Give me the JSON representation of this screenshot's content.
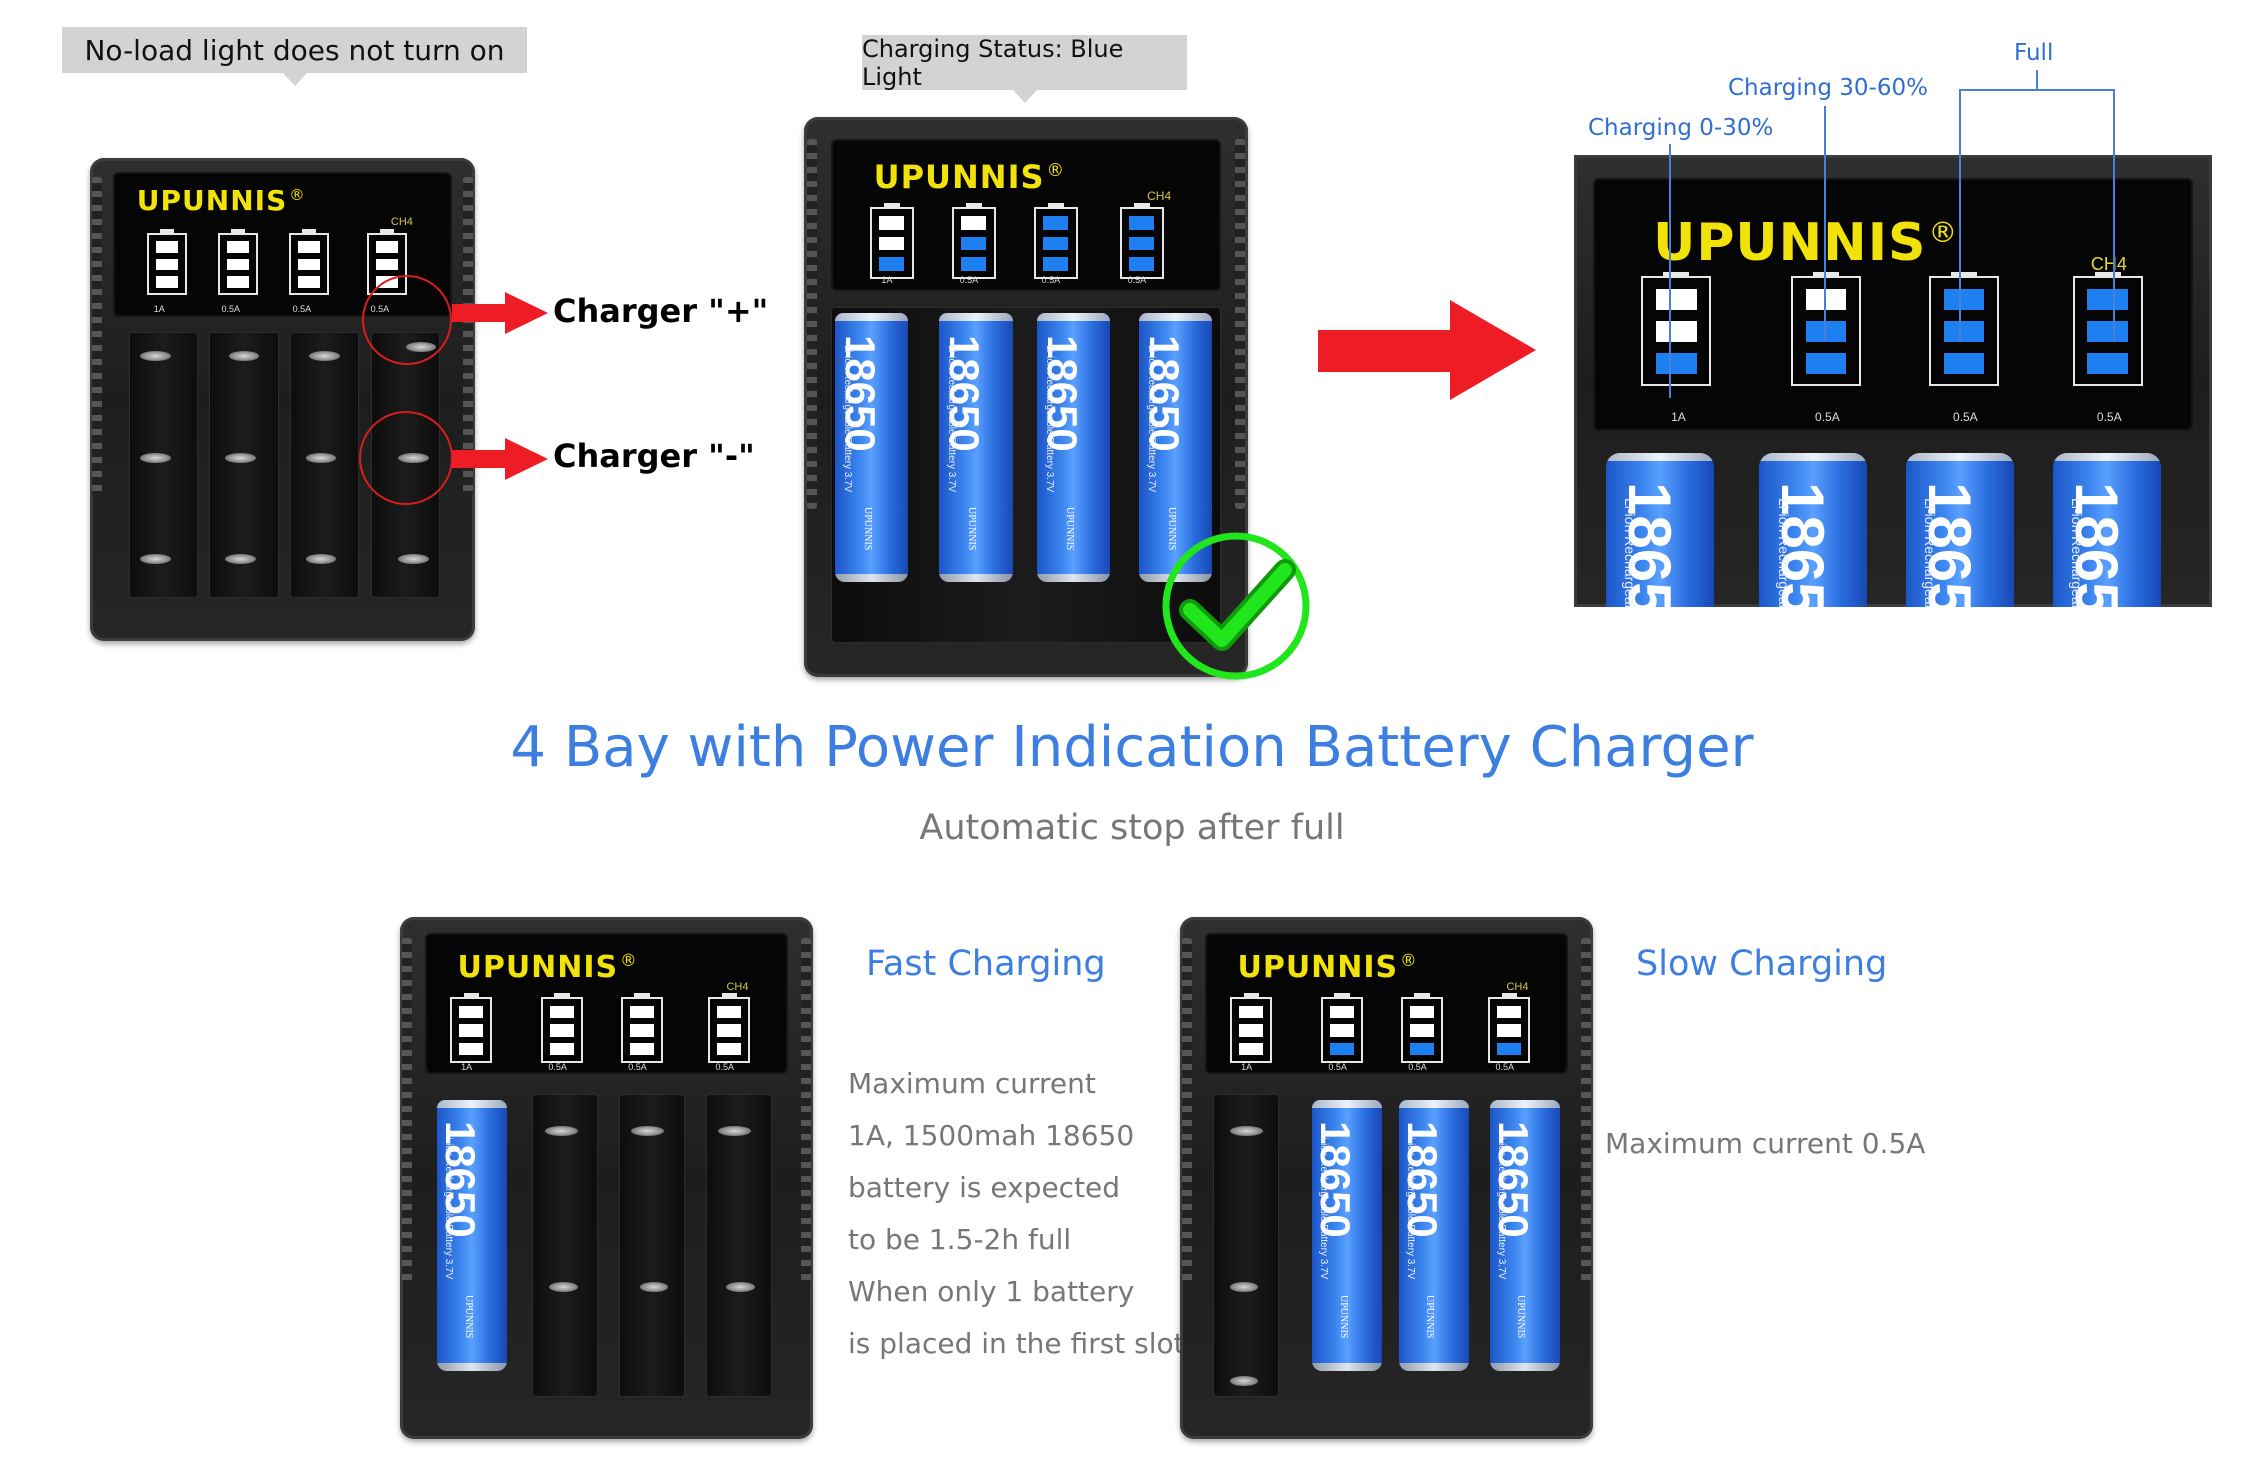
{
  "title": "4 Bay with Power Indication Battery Charger",
  "subtitle": "Automatic stop after full",
  "callouts": {
    "no_load": "No-load light does not turn on",
    "charging_status": "Charging Status: Blue Light"
  },
  "charger_terminals": {
    "plus": "Charger \"+\"",
    "minus": "Charger \"-\""
  },
  "indicator_legend": {
    "stage1": "Charging 0-30%",
    "stage2": "Charging 30-60%",
    "full": "Full"
  },
  "charger": {
    "brand": "UPUNNIS",
    "registered": "®",
    "channel_label": "CH4",
    "slot_currents": [
      "1A",
      "0.5A",
      "0.5A",
      "0.5A"
    ]
  },
  "battery": {
    "model": "18650",
    "type": "Li-ion Rechargeable Battery 3.7V",
    "brand": "UPUNNIS"
  },
  "fast_charging": {
    "heading": "Fast Charging",
    "lines": [
      "Maximum current",
      "1A, 1500mah 18650",
      "battery is expected",
      "to be 1.5-2h full",
      "When only 1 battery",
      "is placed in the first slot"
    ]
  },
  "slow_charging": {
    "heading": "Slow Charging",
    "text": "Maximum current 0.5A"
  },
  "colors": {
    "accent_blue": "#3d7fe0",
    "indicator_blue": "#1e7ff0",
    "logo_yellow": "#f1e30a",
    "arrow_red": "#ee1c25",
    "check_green": "#22e61c"
  },
  "icons": [
    "red-arrow-icon",
    "green-check-icon",
    "battery-indicator-icon"
  ]
}
